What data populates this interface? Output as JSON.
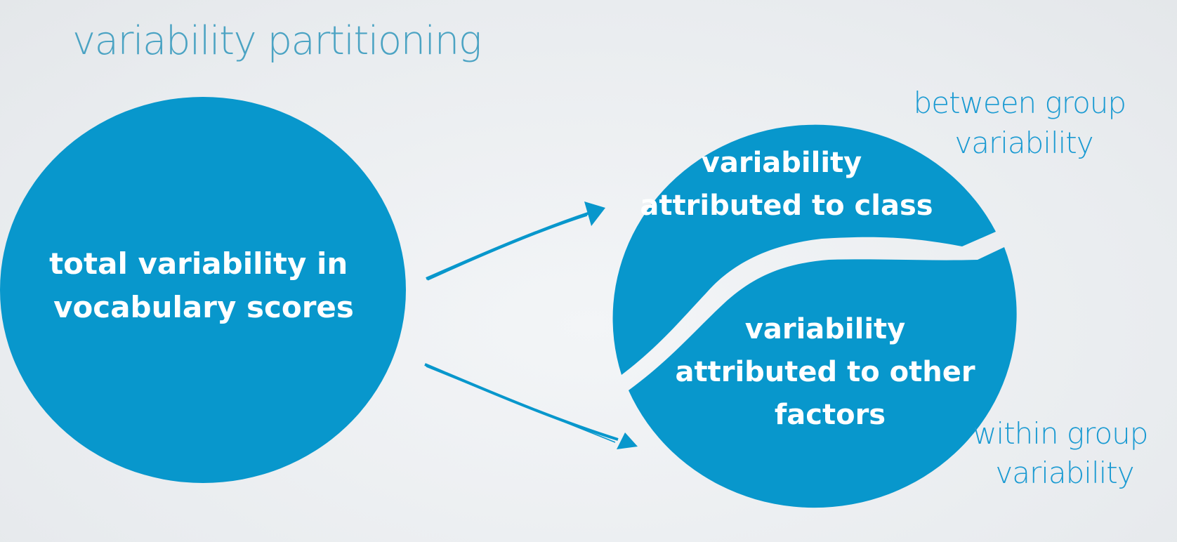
{
  "title": "variability partitioning",
  "colors": {
    "circle_fill": "#0897cc",
    "label_text": "#ffffff",
    "annotation_text": "#1a9ad2",
    "title_text": "#4ba3c3",
    "background": "#eceff2"
  },
  "nodes": {
    "total": {
      "lines": [
        "total variability in",
        "vocabulary scores"
      ]
    },
    "class": {
      "lines": [
        "variability",
        "attributed to class"
      ]
    },
    "other": {
      "lines": [
        "variability",
        "attributed to other",
        "factors"
      ]
    }
  },
  "annotations": {
    "between": [
      "between group",
      "variability"
    ],
    "within": [
      "within group",
      "variability"
    ]
  }
}
